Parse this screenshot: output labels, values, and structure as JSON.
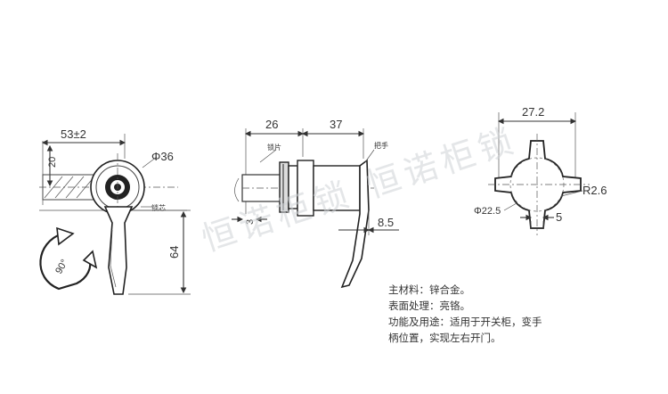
{
  "watermark": "恒诺柜锁 恒诺柜锁",
  "front_view": {
    "dim_width": "53±2",
    "dim_height_top": "20",
    "dim_diameter": "Φ36",
    "dim_height": "64",
    "rotation": "90°",
    "label_panel": "锁芯"
  },
  "side_view": {
    "dim_a": "26",
    "dim_b": "37",
    "dim_c": "3",
    "dim_d": "8.5",
    "label_panel": "锁片",
    "label_handle": "把手"
  },
  "cam_view": {
    "dim_width": "27.2",
    "dim_radius": "R2.6",
    "dim_diameter": "Φ22.5",
    "dim_slot": "5"
  },
  "notes": [
    "主材料：锌合金。",
    "表面处理：亮铬。",
    "功能及用途：适用于开关柜，变手",
    "柄位置，实现左右开门。"
  ]
}
